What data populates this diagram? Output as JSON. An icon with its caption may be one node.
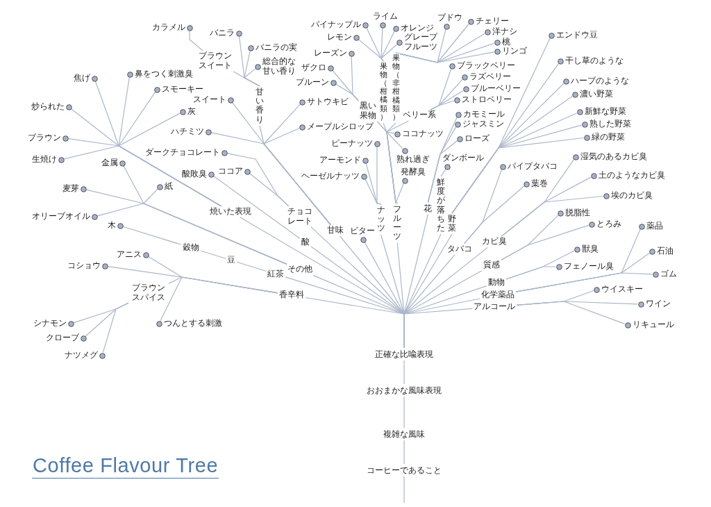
{
  "diagram": {
    "title": "Coffee Flavour Tree",
    "nodes": [
      {
        "text": [
          "コーヒーであること"
        ]
      },
      {
        "text": [
          "複雑な風味"
        ]
      },
      {
        "text": [
          "おおまかな風味表現"
        ]
      },
      {
        "text": [
          "正確な比喩表現"
        ]
      },
      {
        "text": [
          "香辛料"
        ]
      },
      {
        "text": [
          "コショウ"
        ]
      },
      {
        "text": [
          "アニス"
        ]
      },
      {
        "text": [
          "ブラウンスパイス"
        ]
      },
      {
        "text": [
          "シナモン"
        ]
      },
      {
        "text": [
          "クローブ"
        ]
      },
      {
        "text": [
          "ナツメグ"
        ]
      },
      {
        "text": [
          "つんとする刺激"
        ]
      },
      {
        "text": [
          "紅茶"
        ]
      },
      {
        "text": [
          "豆"
        ]
      },
      {
        "text": [
          "穀物"
        ]
      },
      {
        "text": [
          "木"
        ]
      },
      {
        "text": [
          "その他"
        ]
      },
      {
        "text": [
          "金属"
        ]
      },
      {
        "text": [
          "麦芽"
        ]
      },
      {
        "text": [
          "紙"
        ]
      },
      {
        "text": [
          "オリーブオイル"
        ]
      },
      {
        "text": [
          "焼いた表現"
        ]
      },
      {
        "text": [
          "焦げ"
        ]
      },
      {
        "text": [
          "鼻をつく刺激臭"
        ]
      },
      {
        "text": [
          "スモーキー"
        ]
      },
      {
        "text": [
          "炒られた"
        ]
      },
      {
        "text": [
          "灰"
        ]
      },
      {
        "text": [
          "ブラウン"
        ]
      },
      {
        "text": [
          "生焼け"
        ]
      },
      {
        "text": [
          "酸"
        ]
      },
      {
        "text": [
          "酸敗臭"
        ]
      },
      {
        "text": [
          "チョコレート"
        ]
      },
      {
        "text": [
          "ダークチョコレート"
        ]
      },
      {
        "text": [
          "ココア"
        ]
      },
      {
        "text": [
          "甘味"
        ]
      },
      {
        "text": [
          "スイート"
        ]
      },
      {
        "text": [
          "ハチミツ"
        ]
      },
      {
        "text": [
          "サトウキビ"
        ]
      },
      {
        "text": [
          "メープルシロップ"
        ]
      },
      {
        "text": [
          "甘い香り"
        ]
      },
      {
        "text": [
          "バニラ"
        ]
      },
      {
        "text": [
          "バニラの実"
        ]
      },
      {
        "text": [
          "総合的な甘い香り"
        ]
      },
      {
        "text": [
          "ブラウンスイート"
        ]
      },
      {
        "text": [
          "カラメル"
        ]
      },
      {
        "text": [
          "ビター"
        ]
      },
      {
        "text": [
          "ナッツ"
        ]
      },
      {
        "text": [
          "ピーナッツ"
        ]
      },
      {
        "text": [
          "アーモンド"
        ]
      },
      {
        "text": [
          "ヘーゼルナッツ"
        ]
      },
      {
        "text": [
          "フルーツ"
        ]
      },
      {
        "text": [
          "発酵臭"
        ]
      },
      {
        "text": [
          "果物（柑橘類）"
        ]
      },
      {
        "text": [
          "パイナップル"
        ]
      },
      {
        "text": [
          "ライム"
        ]
      },
      {
        "text": [
          "オレンジ"
        ]
      },
      {
        "text": [
          "レモン"
        ]
      },
      {
        "text": [
          "グレープフルーツ"
        ]
      },
      {
        "text": [
          "黒い果物"
        ]
      },
      {
        "text": [
          "レーズン"
        ]
      },
      {
        "text": [
          "ザクロ"
        ]
      },
      {
        "text": [
          "プルーン"
        ]
      },
      {
        "text": [
          "果物（非柑橘類）"
        ]
      },
      {
        "text": [
          "ブドウ"
        ]
      },
      {
        "text": [
          "チェリー"
        ]
      },
      {
        "text": [
          "洋ナシ"
        ]
      },
      {
        "text": [
          "桃"
        ]
      },
      {
        "text": [
          "リンゴ"
        ]
      },
      {
        "text": [
          "ベリー系"
        ]
      },
      {
        "text": [
          "ブラックベリー"
        ]
      },
      {
        "text": [
          "ラズベリー"
        ]
      },
      {
        "text": [
          "ブルーベリー"
        ]
      },
      {
        "text": [
          "ストロベリー"
        ]
      },
      {
        "text": [
          "ココナッツ"
        ]
      },
      {
        "text": [
          "熟れ過ぎ"
        ]
      },
      {
        "text": [
          "花"
        ]
      },
      {
        "text": [
          "カモミール"
        ]
      },
      {
        "text": [
          "ジャスミン"
        ]
      },
      {
        "text": [
          "ローズ"
        ]
      },
      {
        "text": [
          "鮮度が落ちた"
        ]
      },
      {
        "text": [
          "ダンボール"
        ]
      },
      {
        "text": [
          "野菜"
        ]
      },
      {
        "text": [
          "エンドウ豆"
        ]
      },
      {
        "text": [
          "干し草のような"
        ]
      },
      {
        "text": [
          "ハーブのような"
        ]
      },
      {
        "text": [
          "濃い野菜"
        ]
      },
      {
        "text": [
          "新鮮な野菜"
        ]
      },
      {
        "text": [
          "熟した野菜"
        ]
      },
      {
        "text": [
          "緑の野菜"
        ]
      },
      {
        "text": [
          "タバコ"
        ]
      },
      {
        "text": [
          "パイプタバコ"
        ]
      },
      {
        "text": [
          "葉巻"
        ]
      },
      {
        "text": [
          "カビ臭"
        ]
      },
      {
        "text": [
          "湿気のあるカビ臭"
        ]
      },
      {
        "text": [
          "土のようなカビ臭"
        ]
      },
      {
        "text": [
          "埃のカビ臭"
        ]
      },
      {
        "text": [
          "質感"
        ]
      },
      {
        "text": [
          "脱脂性"
        ]
      },
      {
        "text": [
          "とろみ"
        ]
      },
      {
        "text": [
          "動物"
        ]
      },
      {
        "text": [
          "獣臭"
        ]
      },
      {
        "text": [
          "フェノール臭"
        ]
      },
      {
        "text": [
          "化学薬品"
        ]
      },
      {
        "text": [
          "薬品"
        ]
      },
      {
        "text": [
          "石油"
        ]
      },
      {
        "text": [
          "ゴム"
        ]
      },
      {
        "text": [
          "アルコール"
        ]
      },
      {
        "text": [
          "ウイスキー"
        ]
      },
      {
        "text": [
          "ワイン"
        ]
      },
      {
        "text": [
          "リキュール"
        ]
      }
    ],
    "edges": [
      {
        "from": null,
        "to": 0,
        "arrow": "none"
      },
      {
        "from": 0,
        "to": 1,
        "arrow": "none"
      },
      {
        "from": 1,
        "to": 2,
        "arrow": "none"
      },
      {
        "from": 2,
        "to": 3,
        "arrow": "none"
      },
      {
        "from": 3,
        "to": 4,
        "arrow": "none"
      },
      {
        "from": 3,
        "to": 12,
        "arrow": "none"
      },
      {
        "from": 3,
        "to": 16,
        "arrow": "none"
      },
      {
        "from": 3,
        "to": 21,
        "arrow": "none"
      },
      {
        "from": 3,
        "to": 29,
        "arrow": "none"
      },
      {
        "from": 3,
        "to": 31,
        "arrow": "none"
      },
      {
        "from": 3,
        "to": 34,
        "arrow": "none"
      },
      {
        "from": 3,
        "to": 45,
        "arrow": "none"
      },
      {
        "from": 3,
        "to": 46,
        "arrow": "none"
      },
      {
        "from": 3,
        "to": 50,
        "arrow": "none"
      },
      {
        "from": 3,
        "to": 75,
        "arrow": "none"
      },
      {
        "from": 3,
        "to": 79,
        "arrow": "none"
      },
      {
        "from": 3,
        "to": 81,
        "arrow": "none"
      },
      {
        "from": 3,
        "to": 89,
        "arrow": "none"
      },
      {
        "from": 3,
        "to": 92,
        "arrow": "none"
      },
      {
        "from": 3,
        "to": 96,
        "arrow": "none"
      },
      {
        "from": 3,
        "to": 99,
        "arrow": "none"
      },
      {
        "from": 3,
        "to": 102,
        "arrow": "none"
      },
      {
        "from": 3,
        "to": 106,
        "arrow": "none"
      },
      {
        "from": 4,
        "to": 5,
        "arrow": "none"
      },
      {
        "from": 4,
        "to": 6,
        "arrow": "none"
      },
      {
        "from": 4,
        "to": 7,
        "arrow": "none"
      },
      {
        "from": 4,
        "to": 11,
        "arrow": "none"
      },
      {
        "from": 7,
        "to": 8,
        "arrow": "none"
      },
      {
        "from": 7,
        "to": 9,
        "arrow": "none"
      },
      {
        "from": 7,
        "to": 10,
        "arrow": "none"
      },
      {
        "from": 12,
        "to": 13,
        "arrow": "none"
      },
      {
        "from": 13,
        "to": 14,
        "arrow": "none"
      },
      {
        "from": 14,
        "to": 15,
        "arrow": "none"
      },
      {
        "from": 16,
        "to": 17,
        "arrow": "none"
      },
      {
        "from": 16,
        "to": 18,
        "arrow": "none"
      },
      {
        "from": 16,
        "to": 19,
        "arrow": "none"
      },
      {
        "from": 16,
        "to": 20,
        "arrow": "none"
      },
      {
        "from": 21,
        "to": 22,
        "arrow": "none"
      },
      {
        "from": 21,
        "to": 23,
        "arrow": "none"
      },
      {
        "from": 21,
        "to": 24,
        "arrow": "none"
      },
      {
        "from": 21,
        "to": 25,
        "arrow": "none"
      },
      {
        "from": 21,
        "to": 26,
        "arrow": "none"
      },
      {
        "from": 21,
        "to": 27,
        "arrow": "none"
      },
      {
        "from": 21,
        "to": 28,
        "arrow": "none"
      },
      {
        "from": 29,
        "to": 30,
        "arrow": "none"
      },
      {
        "from": 31,
        "to": 32,
        "arrow": "none"
      },
      {
        "from": 31,
        "to": 33,
        "arrow": "none"
      },
      {
        "from": 34,
        "to": 35,
        "arrow": "none"
      },
      {
        "from": 34,
        "to": 36,
        "arrow": "none"
      },
      {
        "from": 34,
        "to": 37,
        "arrow": "none"
      },
      {
        "from": 34,
        "to": 38,
        "arrow": "none"
      },
      {
        "from": 34,
        "to": 39,
        "arrow": "none"
      },
      {
        "from": 39,
        "to": 40,
        "arrow": "none"
      },
      {
        "from": 39,
        "to": 41,
        "arrow": "none"
      },
      {
        "from": 39,
        "to": 42,
        "arrow": "none"
      },
      {
        "from": 39,
        "to": 43,
        "arrow": "none"
      },
      {
        "from": 43,
        "to": 44,
        "arrow": "none"
      },
      {
        "from": 46,
        "to": 47,
        "arrow": "none"
      },
      {
        "from": 46,
        "to": 48,
        "arrow": "none"
      },
      {
        "from": 46,
        "to": 49,
        "arrow": "none"
      },
      {
        "from": 50,
        "to": 51,
        "arrow": "none"
      },
      {
        "from": 50,
        "to": 52,
        "arrow": "none"
      },
      {
        "from": 50,
        "to": 58,
        "arrow": "none"
      },
      {
        "from": 50,
        "to": 62,
        "arrow": "none"
      },
      {
        "from": 50,
        "to": 68,
        "arrow": "none"
      },
      {
        "from": 50,
        "to": 73,
        "arrow": "none"
      },
      {
        "from": 50,
        "to": 74,
        "arrow": "none"
      },
      {
        "from": 52,
        "to": 53,
        "arrow": "none"
      },
      {
        "from": 52,
        "to": 54,
        "arrow": "none"
      },
      {
        "from": 52,
        "to": 55,
        "arrow": "none"
      },
      {
        "from": 52,
        "to": 56,
        "arrow": "none"
      },
      {
        "from": 52,
        "to": 57,
        "arrow": "none"
      },
      {
        "from": 58,
        "to": 59,
        "arrow": "none"
      },
      {
        "from": 58,
        "to": 60,
        "arrow": "none"
      },
      {
        "from": 58,
        "to": 61,
        "arrow": "none"
      },
      {
        "from": 62,
        "to": 63,
        "arrow": "none"
      },
      {
        "from": 62,
        "to": 64,
        "arrow": "none"
      },
      {
        "from": 62,
        "to": 65,
        "arrow": "none"
      },
      {
        "from": 62,
        "to": 66,
        "arrow": "none"
      },
      {
        "from": 62,
        "to": 67,
        "arrow": "none"
      },
      {
        "from": 68,
        "to": 69,
        "arrow": "none"
      },
      {
        "from": 68,
        "to": 70,
        "arrow": "none"
      },
      {
        "from": 68,
        "to": 71,
        "arrow": "none"
      },
      {
        "from": 68,
        "to": 72,
        "arrow": "none"
      },
      {
        "from": 75,
        "to": 76,
        "arrow": "none"
      },
      {
        "from": 75,
        "to": 77,
        "arrow": "none"
      },
      {
        "from": 75,
        "to": 78,
        "arrow": "none"
      },
      {
        "from": 79,
        "to": 80,
        "arrow": "none"
      },
      {
        "from": 81,
        "to": 82,
        "arrow": "none"
      },
      {
        "from": 81,
        "to": 83,
        "arrow": "none"
      },
      {
        "from": 81,
        "to": 84,
        "arrow": "none"
      },
      {
        "from": 81,
        "to": 85,
        "arrow": "none"
      },
      {
        "from": 81,
        "to": 86,
        "arrow": "none"
      },
      {
        "from": 81,
        "to": 87,
        "arrow": "none"
      },
      {
        "from": 81,
        "to": 88,
        "arrow": "none"
      },
      {
        "from": 89,
        "to": 90,
        "arrow": "none"
      },
      {
        "from": 89,
        "to": 91,
        "arrow": "none"
      },
      {
        "from": 92,
        "to": 93,
        "arrow": "none"
      },
      {
        "from": 92,
        "to": 94,
        "arrow": "none"
      },
      {
        "from": 92,
        "to": 95,
        "arrow": "none"
      },
      {
        "from": 96,
        "to": 97,
        "arrow": "none"
      },
      {
        "from": 96,
        "to": 98,
        "arrow": "none"
      },
      {
        "from": 99,
        "to": 100,
        "arrow": "none"
      },
      {
        "from": 99,
        "to": 101,
        "arrow": "none"
      },
      {
        "from": 102,
        "to": 103,
        "arrow": "none"
      },
      {
        "from": 102,
        "to": 104,
        "arrow": "none"
      },
      {
        "from": 102,
        "to": 105,
        "arrow": "none"
      },
      {
        "from": 106,
        "to": 107,
        "arrow": "none"
      },
      {
        "from": 106,
        "to": 108,
        "arrow": "none"
      },
      {
        "from": 106,
        "to": 109,
        "arrow": "none"
      }
    ]
  }
}
